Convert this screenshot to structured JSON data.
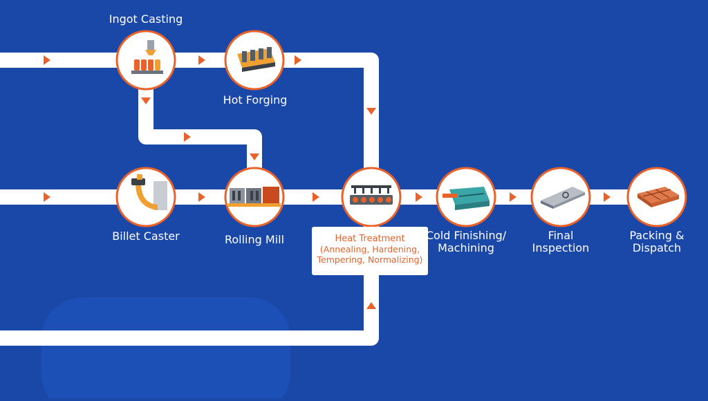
{
  "diagram": {
    "colors": {
      "background": "#1a48a8",
      "pipe": "#ffffff",
      "node_ring": "#e8622a",
      "arrow": "#e8622a",
      "label": "#ffffff",
      "heat_text": "#e8622a"
    },
    "nodes": [
      {
        "id": "ingot-casting",
        "label": "Ingot Casting",
        "icon": "ingot-casting-icon"
      },
      {
        "id": "hot-forging",
        "label": "Hot Forging",
        "icon": "hot-forging-icon"
      },
      {
        "id": "billet-caster",
        "label": "Billet Caster",
        "icon": "billet-caster-icon"
      },
      {
        "id": "rolling-mill",
        "label": "Rolling Mill",
        "icon": "rolling-mill-icon"
      },
      {
        "id": "heat-treatment",
        "label_lines": [
          "Heat Treatment",
          "(Annealing, Hardening,",
          "Tempering, Normalizing)"
        ],
        "icon": "heat-treatment-icon"
      },
      {
        "id": "cold-finishing",
        "label_lines": [
          "Cold Finishing/",
          "Machining"
        ],
        "icon": "cold-finishing-icon"
      },
      {
        "id": "final-inspection",
        "label_lines": [
          "Final",
          "Inspection"
        ],
        "icon": "final-inspection-icon"
      },
      {
        "id": "packing-dispatch",
        "label_lines": [
          "Packing &",
          "Dispatch"
        ],
        "icon": "packing-dispatch-icon"
      }
    ],
    "edges": [
      {
        "from": "input-top",
        "to": "ingot-casting"
      },
      {
        "from": "ingot-casting",
        "to": "hot-forging"
      },
      {
        "from": "hot-forging",
        "to": "heat-treatment"
      },
      {
        "from": "ingot-casting",
        "to": "rolling-mill"
      },
      {
        "from": "input-middle",
        "to": "billet-caster"
      },
      {
        "from": "billet-caster",
        "to": "rolling-mill"
      },
      {
        "from": "rolling-mill",
        "to": "heat-treatment"
      },
      {
        "from": "input-bottom",
        "to": "heat-treatment"
      },
      {
        "from": "heat-treatment",
        "to": "cold-finishing"
      },
      {
        "from": "cold-finishing",
        "to": "final-inspection"
      },
      {
        "from": "final-inspection",
        "to": "packing-dispatch"
      }
    ]
  }
}
